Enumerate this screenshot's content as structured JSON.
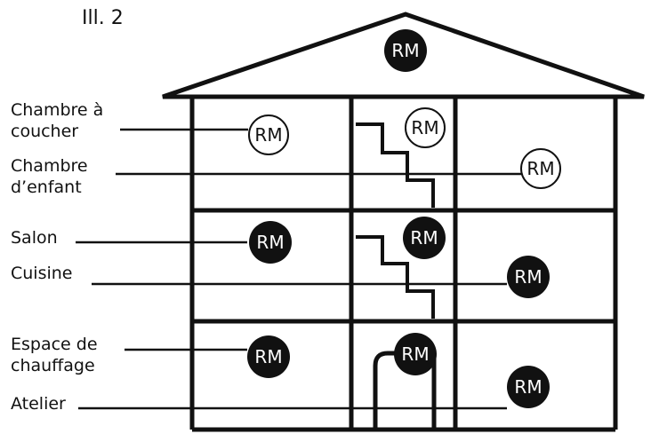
{
  "figure": {
    "label": "Ill. 2"
  },
  "detector": {
    "symbol": "RM"
  },
  "rooms": [
    {
      "id": "chambre-a-coucher",
      "label": "Chambre à\ncoucher"
    },
    {
      "id": "chambre-enfant",
      "label": "Chambre\nd’enfant"
    },
    {
      "id": "salon",
      "label": "Salon"
    },
    {
      "id": "cuisine",
      "label": "Cuisine"
    },
    {
      "id": "espace-chauffage",
      "label": "Espace de\nchauffage"
    },
    {
      "id": "atelier",
      "label": "Atelier"
    }
  ],
  "detectors": [
    {
      "id": "rm-attic",
      "style": "filled"
    },
    {
      "id": "rm-top-left",
      "style": "outline"
    },
    {
      "id": "rm-top-stair",
      "style": "outline"
    },
    {
      "id": "rm-top-right",
      "style": "outline"
    },
    {
      "id": "rm-mid-left",
      "style": "filled"
    },
    {
      "id": "rm-mid-stair",
      "style": "filled"
    },
    {
      "id": "rm-mid-right",
      "style": "filled"
    },
    {
      "id": "rm-low-left",
      "style": "filled"
    },
    {
      "id": "rm-low-stair",
      "style": "filled"
    },
    {
      "id": "rm-low-right",
      "style": "filled"
    }
  ],
  "colors": {
    "line": "#111111",
    "filled": "#111111",
    "outline_fill": "#ffffff"
  }
}
